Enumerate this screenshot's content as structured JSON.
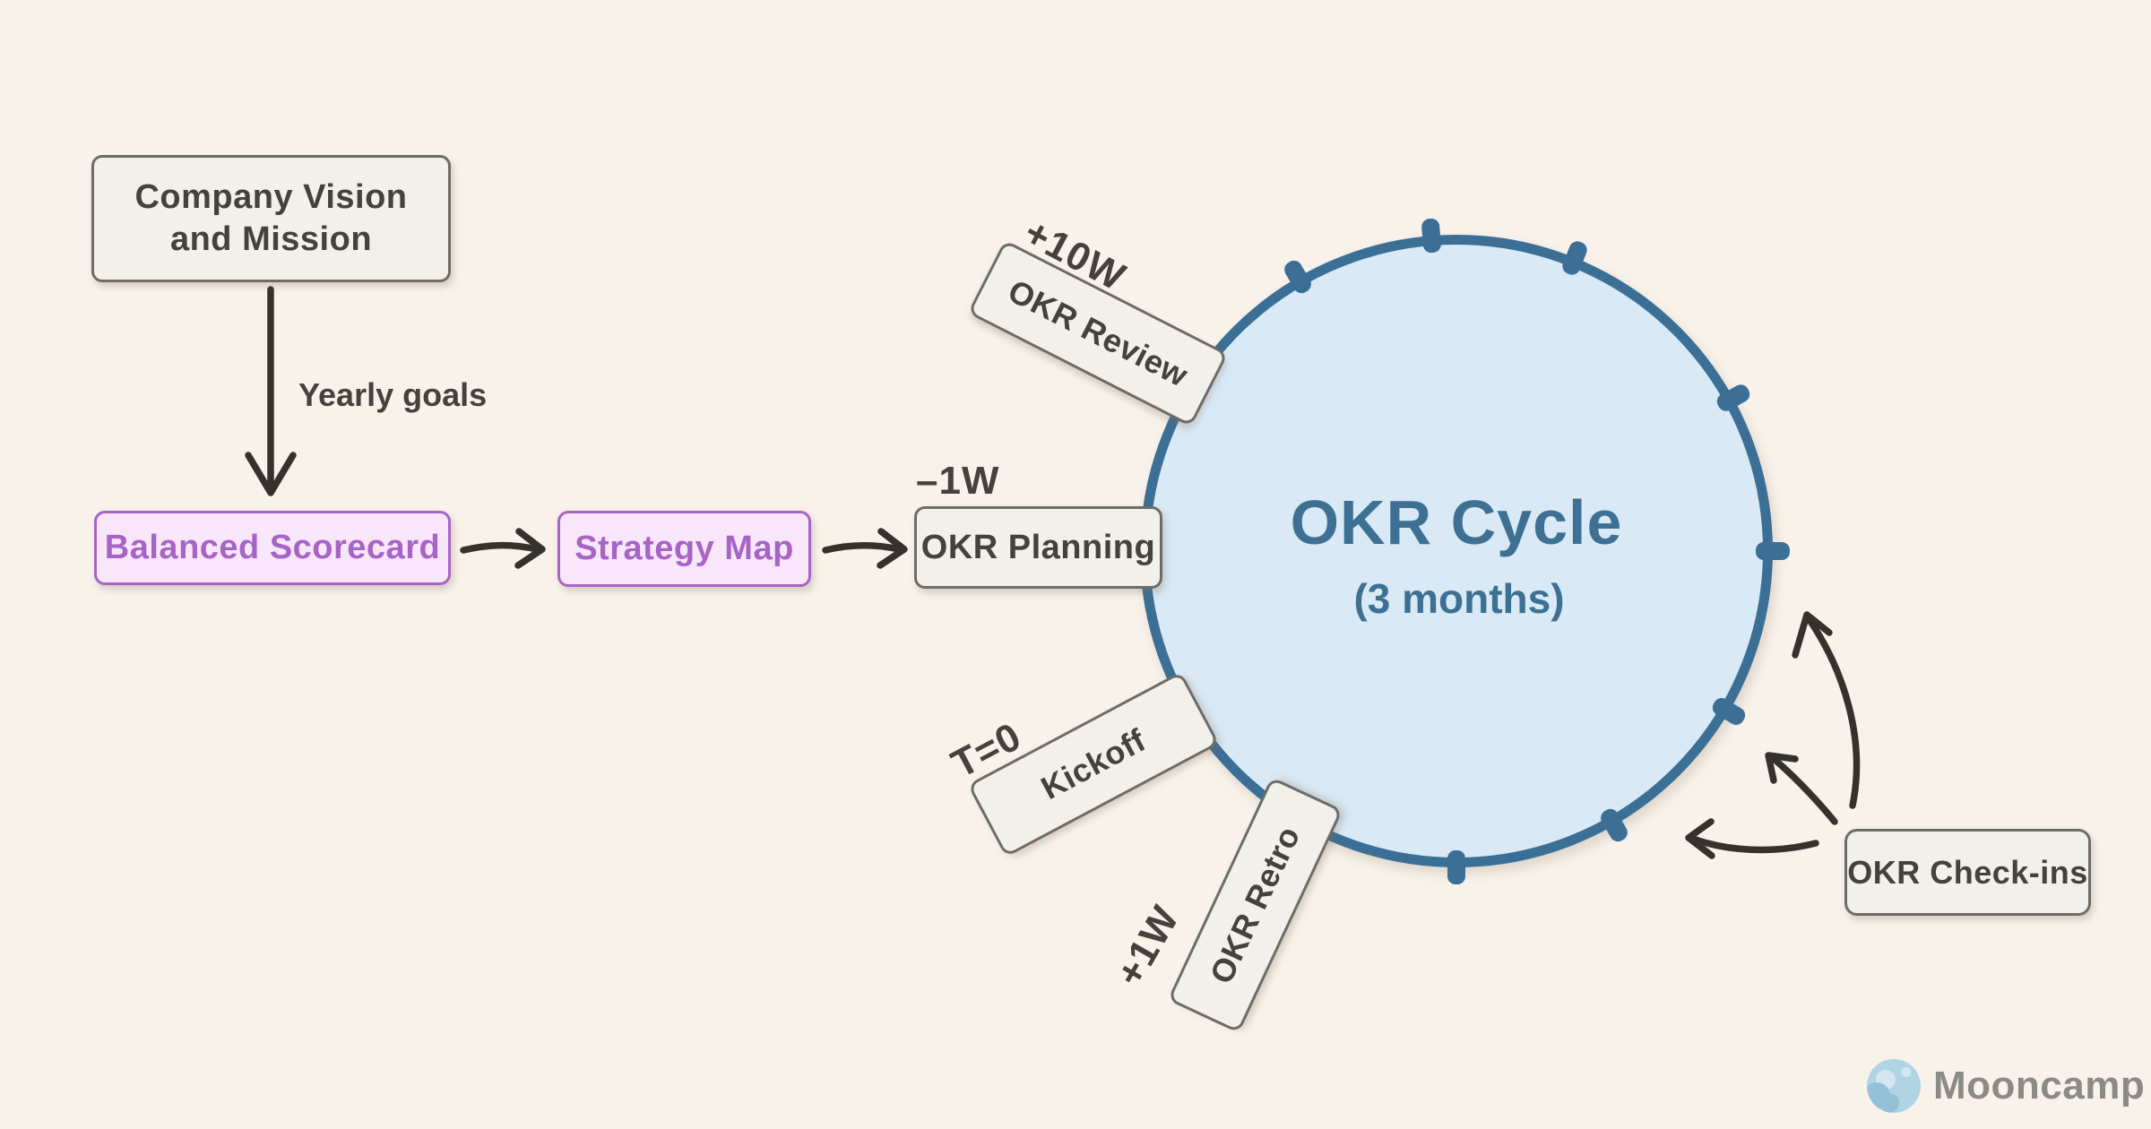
{
  "colors": {
    "background": "#f8f2eb",
    "accent-purple": "#a763c6",
    "purple-fill": "#f8e7fb",
    "circle-stroke": "#3b6f96",
    "circle-fill": "#d9e9f5",
    "circle-text": "#3e7093",
    "box-border": "#6d6c66",
    "box-fill": "#f2f0ea",
    "text-dark": "#45423c",
    "arrow": "#35322c",
    "brand-gray": "#8b8b85",
    "moon-blue": "#b0d4e4"
  },
  "flow": {
    "vision": {
      "line1": "Company Vision",
      "line2": "and Mission"
    },
    "yearly_goals": "Yearly goals",
    "balanced_scorecard": "Balanced Scorecard",
    "strategy_map": "Strategy Map"
  },
  "cycle": {
    "title": "OKR Cycle",
    "subtitle": "(3 months)",
    "planning": {
      "label": "OKR Planning",
      "time": "–1W"
    },
    "review": {
      "label": "OKR Review",
      "time": "+10W"
    },
    "kickoff": {
      "label": "Kickoff",
      "time": "T=0"
    },
    "retro": {
      "label": "OKR Retro",
      "time": "+1W"
    },
    "checkins": {
      "label": "OKR Check-ins"
    }
  },
  "brand": {
    "name": "Mooncamp"
  }
}
